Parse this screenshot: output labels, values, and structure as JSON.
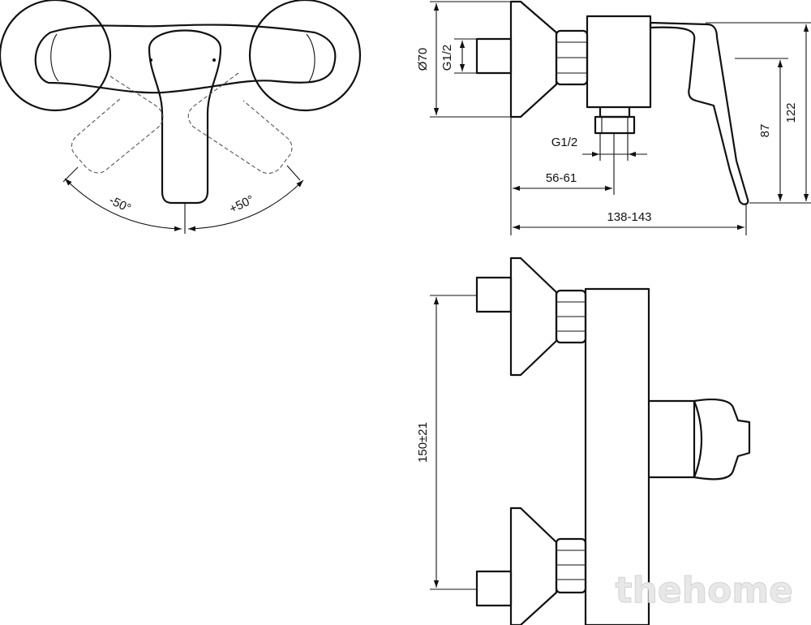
{
  "labels": {
    "angle_left": "-50°",
    "angle_right": "+50°",
    "diameter": "Ø70",
    "thread_inlet": "G1/2",
    "thread_outlet": "G1/2",
    "dim_outlet_offset": "56-61",
    "dim_total_depth": "138-143",
    "dim_lever_height": "87",
    "dim_total_height": "122",
    "dim_centers": "150±21"
  },
  "watermark": "thehome"
}
